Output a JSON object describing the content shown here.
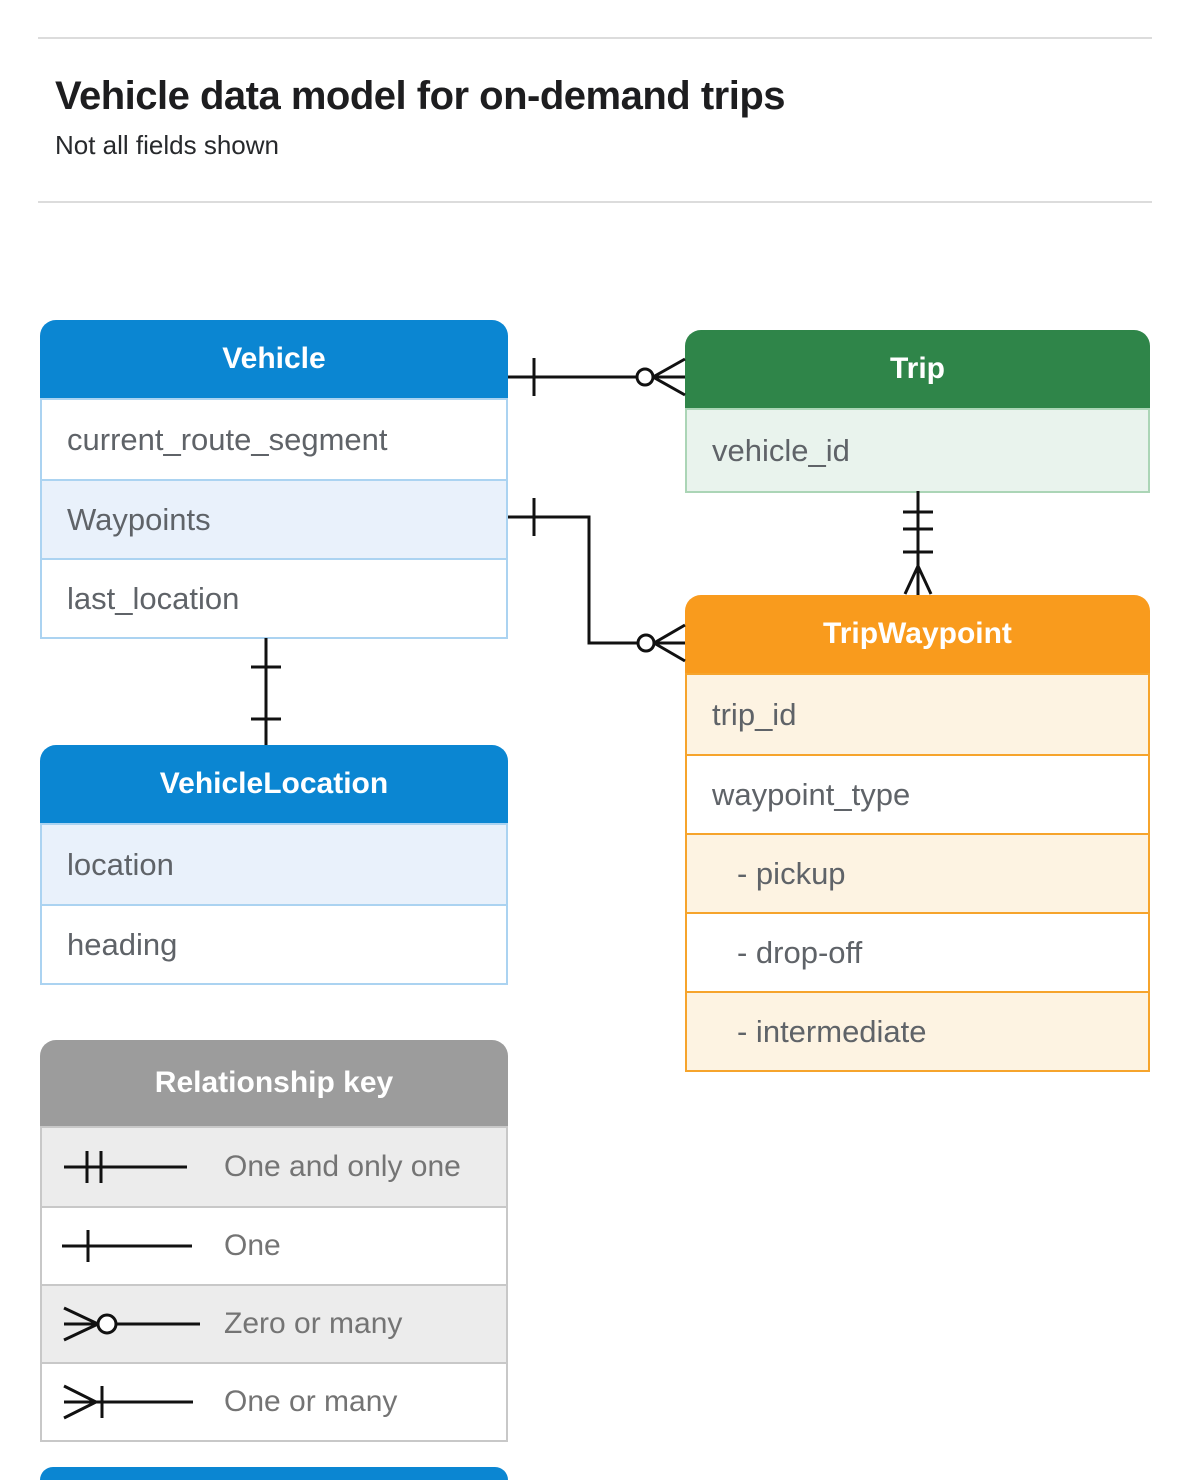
{
  "page": {
    "title": "Vehicle data model for on-demand trips",
    "subtitle": "Not all fields shown"
  },
  "entities": {
    "vehicle": {
      "title": "Vehicle",
      "rows": [
        "current_route_segment",
        "Waypoints",
        "last_location"
      ],
      "colors": {
        "header": "#0b86d2",
        "row_tint": "#e9f1fb",
        "border": "#abd3f1"
      }
    },
    "trip": {
      "title": "Trip",
      "rows": [
        "vehicle_id"
      ],
      "colors": {
        "header": "#2f8549",
        "row_tint": "#e9f3ed",
        "border": "#abd5b6"
      }
    },
    "trip_waypoint": {
      "title": "TripWaypoint",
      "rows": [
        "trip_id",
        "waypoint_type",
        "- pickup",
        "- drop-off",
        "- intermediate"
      ],
      "colors": {
        "header": "#f99b1d",
        "row_tint": "#fdf3e2",
        "border": "#f6a42c"
      }
    },
    "vehicle_location": {
      "title": "VehicleLocation",
      "rows": [
        "location",
        "heading"
      ],
      "colors": {
        "header": "#0b86d2",
        "row_tint": "#e9f1fb",
        "border": "#abd3f1"
      }
    },
    "legend": {
      "title": "Relationship key",
      "rows": [
        "One and only one",
        "One",
        "Zero or many",
        "One or many"
      ],
      "colors": {
        "header": "#9c9c9c",
        "row_tint": "#ececec",
        "border": "#c8c8c8"
      }
    }
  },
  "relationships": [
    {
      "from": "Vehicle",
      "to": "Trip",
      "from_cardinality": "one",
      "to_cardinality": "zero-or-many"
    },
    {
      "from": "Vehicle.Waypoints",
      "to": "TripWaypoint",
      "from_cardinality": "one",
      "to_cardinality": "zero-or-many"
    },
    {
      "from": "Trip",
      "to": "TripWaypoint",
      "from_cardinality": "one-and-only-one",
      "to_cardinality": "one-or-many"
    },
    {
      "from": "Vehicle",
      "to": "VehicleLocation",
      "from_cardinality": "one",
      "to_cardinality": "one"
    }
  ]
}
